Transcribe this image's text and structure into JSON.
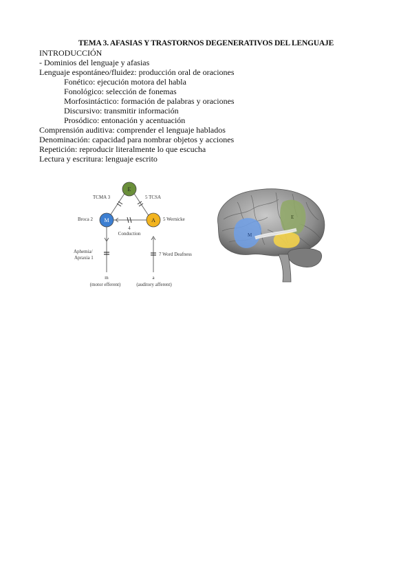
{
  "doc": {
    "title": "TEMA 3. AFASIAS Y TRASTORNOS DEGENERATIVOS DEL LENGUAJE",
    "lines": [
      {
        "text": "INTRODUCCIÓN",
        "indent": false
      },
      {
        "text": "- Dominios del lenguaje y afasias",
        "indent": false
      },
      {
        "text": "Lenguaje espontáneo/fluidez: producción oral de oraciones",
        "indent": false
      },
      {
        "text": "Fonético: ejecución motora del habla",
        "indent": true
      },
      {
        "text": "Fonológico: selección de fonemas",
        "indent": true
      },
      {
        "text": "Morfosintáctico: formación de palabras y oraciones",
        "indent": true
      },
      {
        "text": "Discursivo: transmitir información",
        "indent": true
      },
      {
        "text": "Prosódico: entonación y acentuación",
        "indent": true
      },
      {
        "text": "Comprensión auditiva: comprender el lenguaje hablados",
        "indent": false
      },
      {
        "text": "Denominación: capacidad para nombrar objetos y acciones",
        "indent": false
      },
      {
        "text": "Repetición: reproducir literalmente lo que escucha",
        "indent": false
      },
      {
        "text": "Lectura y escritura: lenguaje escrito",
        "indent": false
      }
    ]
  },
  "diagram": {
    "node_e": "E",
    "node_m": "M",
    "node_a": "A",
    "label_tcma": "TCMA 3",
    "label_tcsa": "5 TCSA",
    "label_broca": "Broca 2",
    "label_wernicke": "5 Wernicke",
    "label_conduction_num": "4",
    "label_conduction": "Conduction",
    "label_aphemia": "Aphemia/",
    "label_apraxia": "Apraxia 1",
    "label_word_deafness": "7 Word Deafness",
    "label_m_lower": "m",
    "label_a_lower": "a",
    "label_motor_efferent": "(motor efferent)",
    "label_auditory_afferent": "(auditory afferent)",
    "colors": {
      "e": "#6a8f3a",
      "m": "#3d7fd1",
      "a": "#f2b41f"
    }
  },
  "brain": {
    "label_m": "M",
    "label_e": "E",
    "colors": {
      "blue": "#6f9fe6",
      "green": "#8fa866",
      "yellow": "#f3d24a"
    }
  }
}
